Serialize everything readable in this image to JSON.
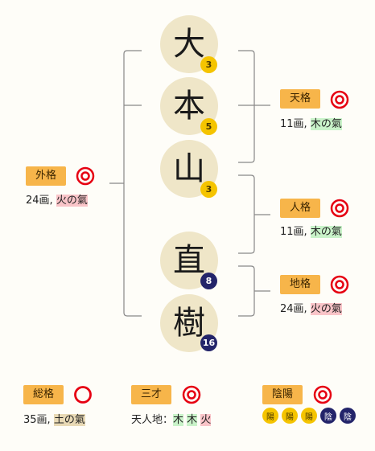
{
  "characters": [
    {
      "char": "大",
      "strokes": "3",
      "polarity": "yang"
    },
    {
      "char": "本",
      "strokes": "5",
      "polarity": "yang"
    },
    {
      "char": "山",
      "strokes": "3",
      "polarity": "yang"
    },
    {
      "char": "直",
      "strokes": "8",
      "polarity": "yin"
    },
    {
      "char": "樹",
      "strokes": "16",
      "polarity": "yin"
    }
  ],
  "tenkaku": {
    "label": "天格",
    "rating": "double-circle",
    "count": "11画",
    "sep": ",",
    "element": "木の氣"
  },
  "jinkaku": {
    "label": "人格",
    "rating": "double-circle",
    "count": "11画",
    "sep": ",",
    "element": "木の氣"
  },
  "chikaku": {
    "label": "地格",
    "rating": "double-circle",
    "count": "24画",
    "sep": ",",
    "element": "火の氣"
  },
  "gaikaku": {
    "label": "外格",
    "rating": "double-circle",
    "count": "24画",
    "sep": ",",
    "element": "火の氣"
  },
  "soukaku": {
    "label": "総格",
    "rating": "circle",
    "count": "35画",
    "sep": ",",
    "element": "土の氣"
  },
  "sansai": {
    "label": "三才",
    "rating": "double-circle",
    "prefix": "天人地：",
    "values": [
      "木",
      "木",
      "火"
    ]
  },
  "inyou": {
    "label": "陰陽",
    "rating": "double-circle",
    "values": [
      "陽",
      "陽",
      "陽",
      "陰",
      "陰"
    ]
  },
  "colors": {
    "accent": "#f7b54a",
    "mark": "#e60012",
    "yang": "#f5c400",
    "yin": "#23246a",
    "circle": "#efe6c8",
    "green": "#c9f3c9",
    "red": "#f9c4c8",
    "tan": "#e8d9b5"
  }
}
